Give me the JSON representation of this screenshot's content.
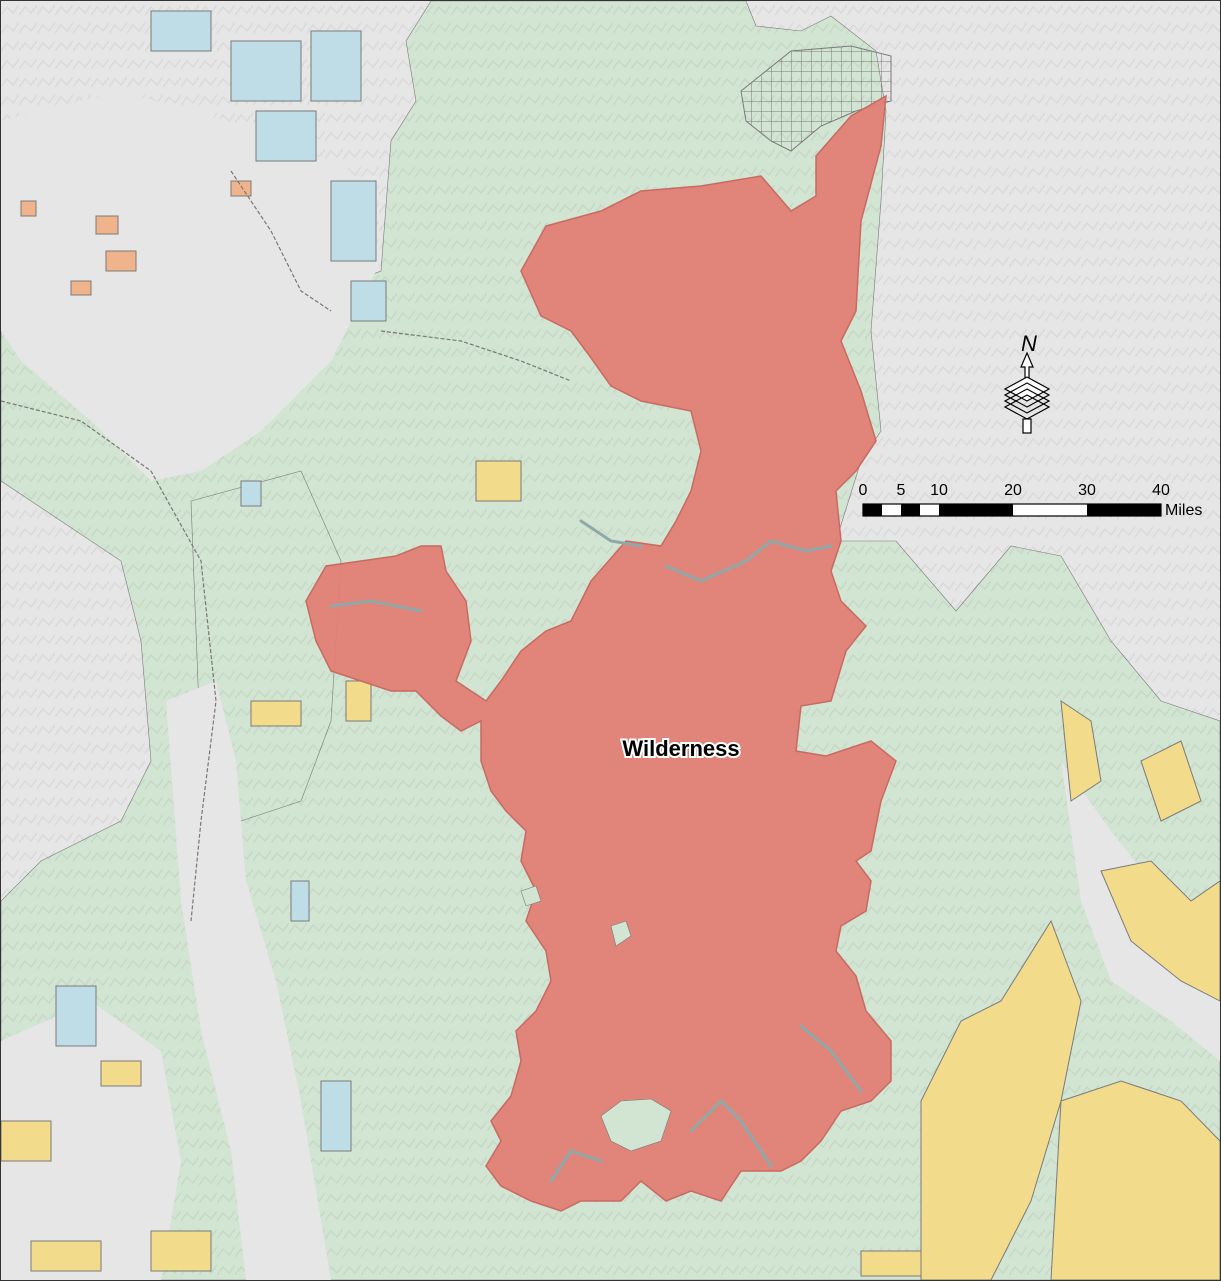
{
  "map": {
    "area_label": "Wilderness",
    "north_label": "N",
    "colors": {
      "background": "#ffffff",
      "forest": "#d2e4d2",
      "private_land": "#e6e6e6",
      "state_land": "#bfdde6",
      "blm_land": "#f2dc8c",
      "tribal_land": "#f0b48c",
      "wilderness": "#e27f76",
      "wilderness_stroke": "#c86a62",
      "boundary": "#7a7a7a"
    }
  },
  "scale_bar": {
    "ticks": [
      "0",
      "5",
      "10",
      "20",
      "30",
      "40"
    ],
    "unit": "Miles"
  }
}
